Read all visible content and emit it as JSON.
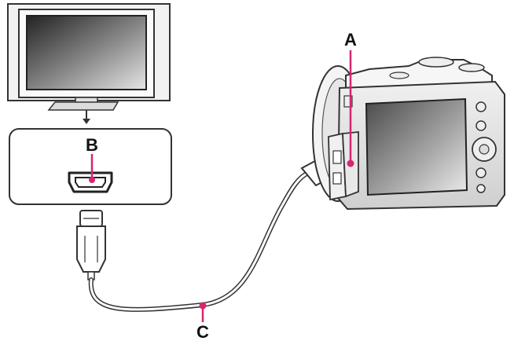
{
  "labels": {
    "a": "A",
    "b": "B",
    "c": "C"
  },
  "colors": {
    "callout": "#d6266e",
    "outline": "#333333",
    "tv_screen_dark": "#2a2a2a",
    "tv_screen_light": "#d8d8d8",
    "camera_body": "#dcdcdc",
    "camera_screen_dark": "#5a5a5a",
    "camera_screen_light": "#e4e4e4"
  },
  "icons": {
    "tv": "television-icon",
    "hdmi_port": "hdmi-port-icon",
    "camera": "camera-icon",
    "cable": "hdmi-cable-icon"
  }
}
